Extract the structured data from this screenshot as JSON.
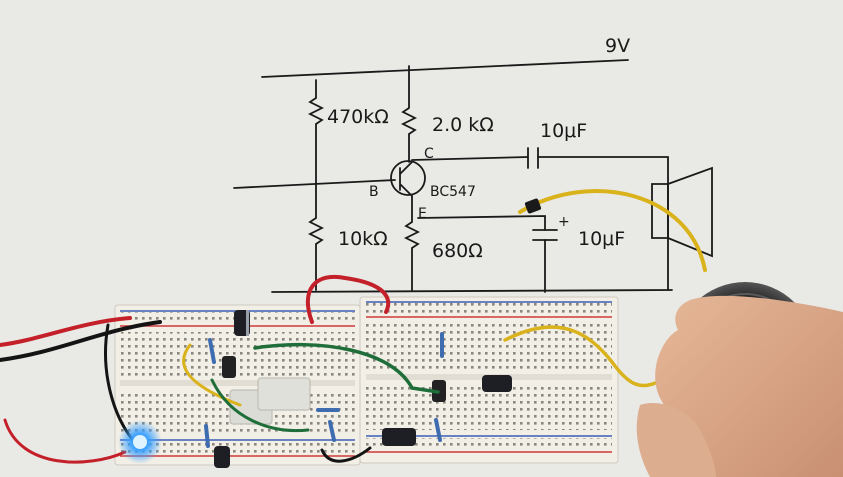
{
  "labels": {
    "supply": "9V",
    "r1": "470kΩ",
    "rc": "2.0 kΩ",
    "c1": "10μF",
    "collector": "C",
    "base": "B",
    "transistor": "BC547",
    "emitter": "E",
    "r2": "10kΩ",
    "re": "680Ω",
    "c2_plus": "+",
    "c2": "10μF"
  },
  "colors": {
    "wall": "#e9e9e6",
    "ink": "#1a1a1a",
    "wire_yellow": "#d9b21c",
    "wire_red": "#c4202a",
    "wire_green": "#1f6e3a",
    "wire_blue": "#2a56b3",
    "led_blue": "#3aa0ff",
    "breadboard": "#f2efe6",
    "rail_red": "#d0393a",
    "rail_blue": "#3a5fb8",
    "speaker": "#1c1c1c",
    "skin": "#d9a887"
  }
}
